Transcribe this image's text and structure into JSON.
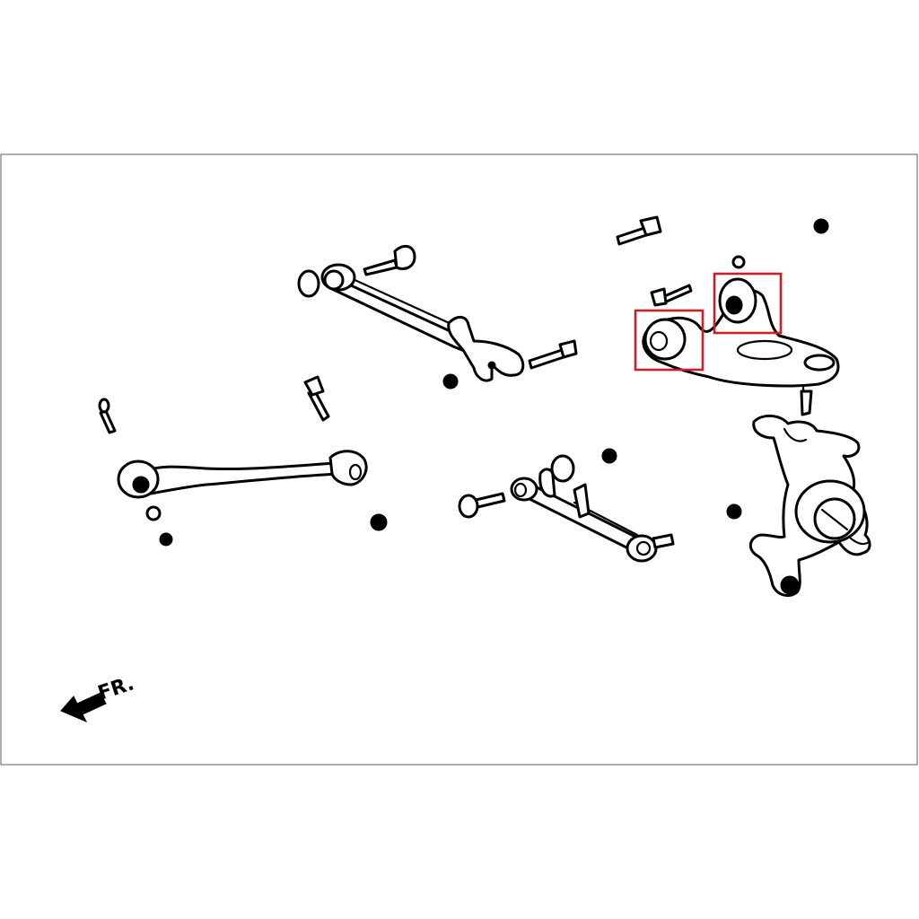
{
  "direction_label": {
    "text": "FR."
  },
  "highlight_color": "#c8202a",
  "highlighted_parts": [
    "upper-arm-front-bushing",
    "upper-arm-rear-bushing"
  ],
  "icons": {
    "front_arrow": "arrow-left-down-icon"
  }
}
